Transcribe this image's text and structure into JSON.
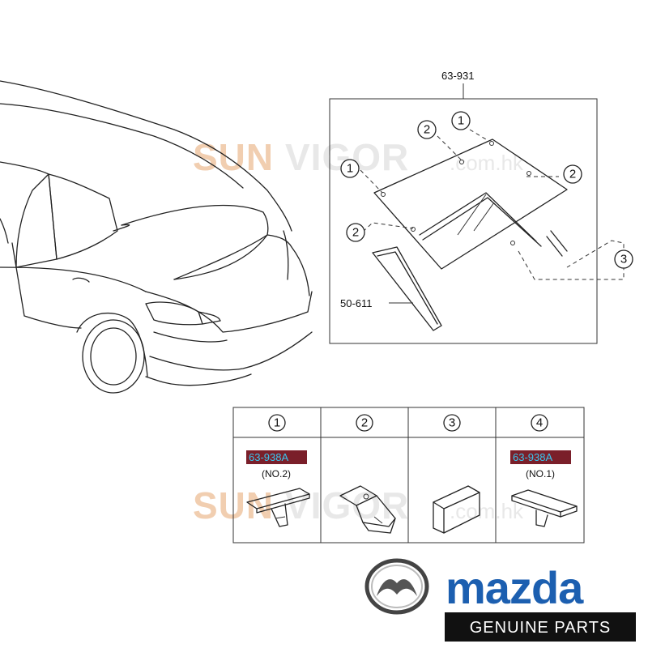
{
  "watermark": {
    "sun": "SUN",
    "vigor": "VIGOR",
    "domain": ".com.hk",
    "sun_color": "#f0c9a8",
    "vigor_color": "#e5e5e5"
  },
  "diagram": {
    "part_numbers": {
      "rear_window": "63-931",
      "molding": "50-611"
    },
    "callouts": [
      "1",
      "2",
      "1",
      "2",
      "2",
      "3"
    ]
  },
  "legend_table": {
    "columns": [
      {
        "num": "1",
        "part": "63-938A",
        "sub": "(NO.2)"
      },
      {
        "num": "2",
        "part": "",
        "sub": ""
      },
      {
        "num": "3",
        "part": "",
        "sub": ""
      },
      {
        "num": "4",
        "part": "63-938A",
        "sub": "(NO.1)"
      }
    ],
    "part_highlight_color": "#7a1f2a",
    "part_text_color": "#39c7f0"
  },
  "brand": {
    "name": "mazda",
    "tagline": "GENUINE PARTS",
    "logo_color": "#1c5fb0",
    "tagline_bg": "#111111",
    "tagline_fg": "#ffffff"
  }
}
